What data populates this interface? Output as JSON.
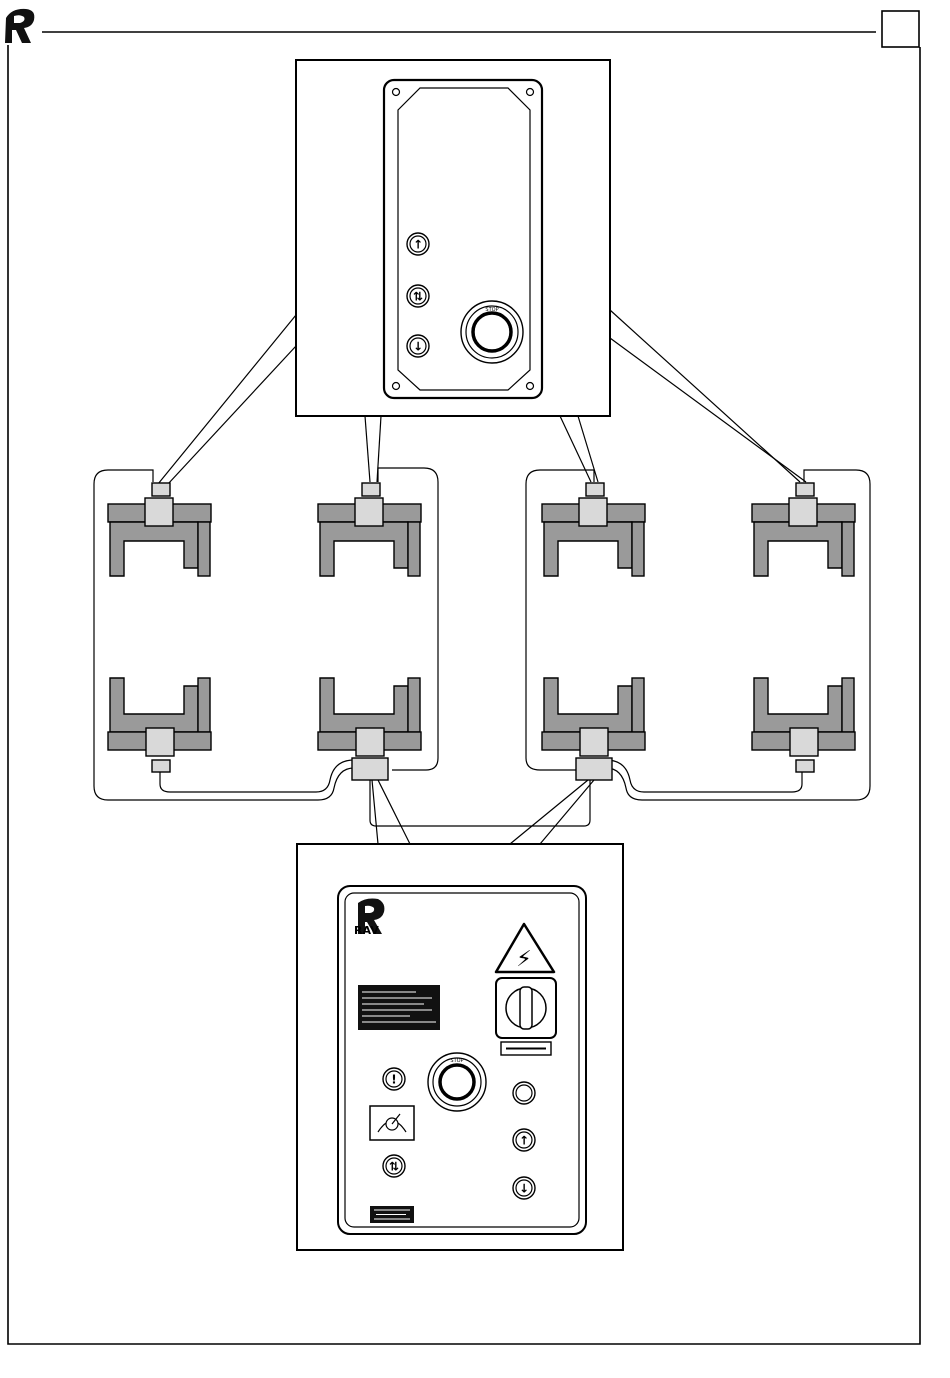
{
  "colors": {
    "line": "#000000",
    "column_fill": "#9a9a9a",
    "connector_fill": "#d9d9d9",
    "background": "#ffffff",
    "label_fill": "#111111"
  },
  "icons": {
    "brand": "rav-logo-icon",
    "up": "arrow-up-icon",
    "down": "arrow-down-icon",
    "up_down": "up-down-icon",
    "warning": "high-voltage-icon",
    "main_switch": "rotary-switch-icon",
    "emergency_stop": "emergency-stop-icon",
    "gauge": "gauge-icon",
    "lamp": "indicator-lamp-icon",
    "attention": "exclamation-icon"
  },
  "remote_panel": {
    "buttons": [
      {
        "glyph": "↑",
        "icon": "arrow-up-icon"
      },
      {
        "glyph": "⇅",
        "icon": "up-down-icon"
      },
      {
        "glyph": "↓",
        "icon": "arrow-down-icon"
      }
    ],
    "stop_ring_text": "STOP"
  },
  "control_panel": {
    "brand_mark": "RAV",
    "left_buttons": [
      {
        "glyph": "!",
        "icon": "exclamation-icon"
      },
      {
        "glyph": "⇅",
        "icon": "up-down-icon"
      }
    ],
    "right_buttons": [
      {
        "glyph": "",
        "icon": "indicator-lamp-icon"
      },
      {
        "glyph": "↑",
        "icon": "arrow-up-icon"
      },
      {
        "glyph": "↓",
        "icon": "arrow-down-icon"
      }
    ],
    "stop_ring_text": "STOP",
    "warning_glyph": "⚡"
  }
}
